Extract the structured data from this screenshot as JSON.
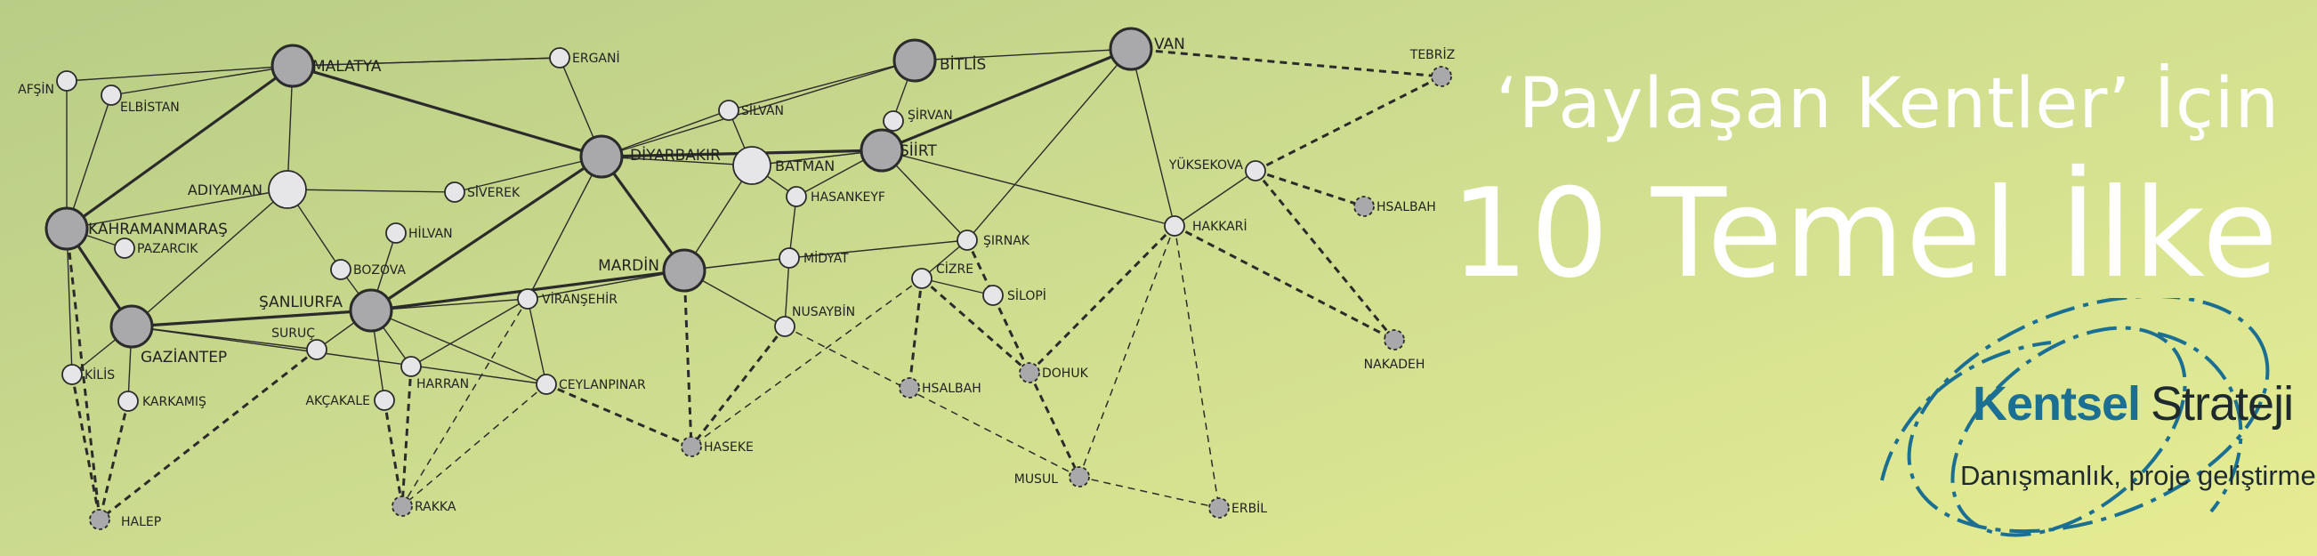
{
  "title": {
    "line1": "‘Paylaşan Kentler’ İçin",
    "line2": "10 Temel İlke"
  },
  "logo": {
    "word1": "Kentsel",
    "word2": "Strateji",
    "tagline": "Danışmanlık, proje geliştirme ltd. şti"
  },
  "colors": {
    "brand_blue": "#1b6f93",
    "node_large": "#a9a9ab",
    "node_small": "#e6e6e8",
    "edge": "#2b2b2b"
  },
  "nodes": [
    {
      "id": "malatya",
      "label": "MALATYA",
      "size": "large"
    },
    {
      "id": "ergani",
      "label": "ERGANİ",
      "size": "small"
    },
    {
      "id": "afsin",
      "label": "AFŞİN",
      "size": "small"
    },
    {
      "id": "elbistan",
      "label": "ELBİSTAN",
      "size": "small"
    },
    {
      "id": "adiyaman",
      "label": "ADIYAMAN",
      "size": "medium"
    },
    {
      "id": "kahramanmaras",
      "label": "KAHRAMANMARAŞ",
      "size": "large"
    },
    {
      "id": "pazarcik",
      "label": "PAZARCIK",
      "size": "small"
    },
    {
      "id": "gaziantep",
      "label": "GAZİANTEP",
      "size": "large"
    },
    {
      "id": "kilis",
      "label": "KİLİS",
      "size": "small"
    },
    {
      "id": "karkamis",
      "label": "KARKAMIŞ",
      "size": "small"
    },
    {
      "id": "halep",
      "label": "HALEP",
      "size": "foreign"
    },
    {
      "id": "sanliurfa",
      "label": "ŞANLIURFA",
      "size": "large"
    },
    {
      "id": "suruc",
      "label": "SURUÇ",
      "size": "small"
    },
    {
      "id": "akcakale",
      "label": "AKÇAKALE",
      "size": "small"
    },
    {
      "id": "harran",
      "label": "HARRAN",
      "size": "small"
    },
    {
      "id": "rakka",
      "label": "RAKKA",
      "size": "foreign"
    },
    {
      "id": "bozova",
      "label": "BOZOVA",
      "size": "small"
    },
    {
      "id": "hilvan",
      "label": "HİLVAN",
      "size": "small"
    },
    {
      "id": "siverek",
      "label": "SİVEREK",
      "size": "small"
    },
    {
      "id": "viransehir",
      "label": "VİRANŞEHİR",
      "size": "small"
    },
    {
      "id": "ceylanpinar",
      "label": "CEYLANPINAR",
      "size": "small"
    },
    {
      "id": "diyarbakir",
      "label": "DİYARBAKIR",
      "size": "large"
    },
    {
      "id": "silvan",
      "label": "SİLVAN",
      "size": "small"
    },
    {
      "id": "batman",
      "label": "BATMAN",
      "size": "medium"
    },
    {
      "id": "hasankeyf",
      "label": "HASANKEYF",
      "size": "small"
    },
    {
      "id": "mardin",
      "label": "MARDİN",
      "size": "large"
    },
    {
      "id": "midyat",
      "label": "MİDYAT",
      "size": "small"
    },
    {
      "id": "nusaybin",
      "label": "NUSAYBİN",
      "size": "small"
    },
    {
      "id": "haseke",
      "label": "HASEKE",
      "size": "foreign"
    },
    {
      "id": "bitlis",
      "label": "BİTLİS",
      "size": "large"
    },
    {
      "id": "sirvan",
      "label": "ŞİRVAN",
      "size": "small"
    },
    {
      "id": "siirt",
      "label": "SİİRT",
      "size": "large"
    },
    {
      "id": "sirnak",
      "label": "ŞIRNAK",
      "size": "small"
    },
    {
      "id": "cizre",
      "label": "CİZRE",
      "size": "small"
    },
    {
      "id": "silopi",
      "label": "SİLOPİ",
      "size": "small"
    },
    {
      "id": "hsalbah1",
      "label": "HSALBAH",
      "size": "foreign"
    },
    {
      "id": "dohuk",
      "label": "DOHUK",
      "size": "foreign"
    },
    {
      "id": "musul",
      "label": "MUSUL",
      "size": "foreign"
    },
    {
      "id": "erbil",
      "label": "ERBİL",
      "size": "foreign"
    },
    {
      "id": "van",
      "label": "VAN",
      "size": "large"
    },
    {
      "id": "tebriz",
      "label": "TEBRİZ",
      "size": "foreign"
    },
    {
      "id": "yuksekova",
      "label": "YÜKSEKOVA",
      "size": "small"
    },
    {
      "id": "hakkari",
      "label": "HAKKARİ",
      "size": "small"
    },
    {
      "id": "hsalbah2",
      "label": "HSALBAH",
      "size": "foreign"
    },
    {
      "id": "nakadeh",
      "label": "NAKADEH",
      "size": "foreign"
    }
  ]
}
